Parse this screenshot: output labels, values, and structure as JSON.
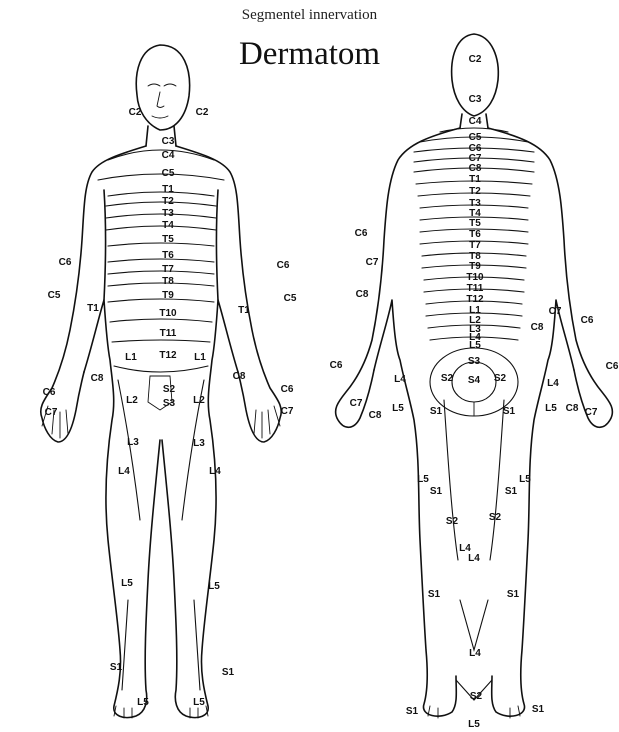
{
  "header": {
    "subtitle": "Segmentel innervation",
    "title": "Dermatom"
  },
  "front_labels": [
    "C2",
    "C2",
    "C3",
    "C4",
    "C5",
    "T1",
    "T2",
    "T3",
    "T4",
    "T5",
    "T6",
    "T7",
    "T8",
    "T9",
    "T10",
    "T11",
    "T12",
    "L1",
    "L1",
    "C6",
    "C6",
    "C5",
    "C5",
    "T1",
    "T1",
    "C6",
    "C6",
    "C8",
    "C8",
    "C7",
    "C7",
    "S2",
    "S3",
    "L2",
    "L2",
    "L3",
    "L3",
    "L4",
    "L4",
    "L5",
    "L5",
    "S1",
    "S1",
    "L5",
    "L5"
  ],
  "back_labels": [
    "C2",
    "C3",
    "C4",
    "C5",
    "C6",
    "C7",
    "C8",
    "T1",
    "T2",
    "T3",
    "T4",
    "T5",
    "T6",
    "T7",
    "T8",
    "T9",
    "T10",
    "T11",
    "T12",
    "L1",
    "L2",
    "L3",
    "L4",
    "L5",
    "C6",
    "C7",
    "C8",
    "C7",
    "C6",
    "C8",
    "C6",
    "C6",
    "C7",
    "C8",
    "C7",
    "C8",
    "L4",
    "L4",
    "L5",
    "L5",
    "S3",
    "S2",
    "S4",
    "S2",
    "S1",
    "S1",
    "S1",
    "S1",
    "L5",
    "L5",
    "S2",
    "S2",
    "L4",
    "L4",
    "S1",
    "S1",
    "L4",
    "S2",
    "S1",
    "S1",
    "L5"
  ]
}
